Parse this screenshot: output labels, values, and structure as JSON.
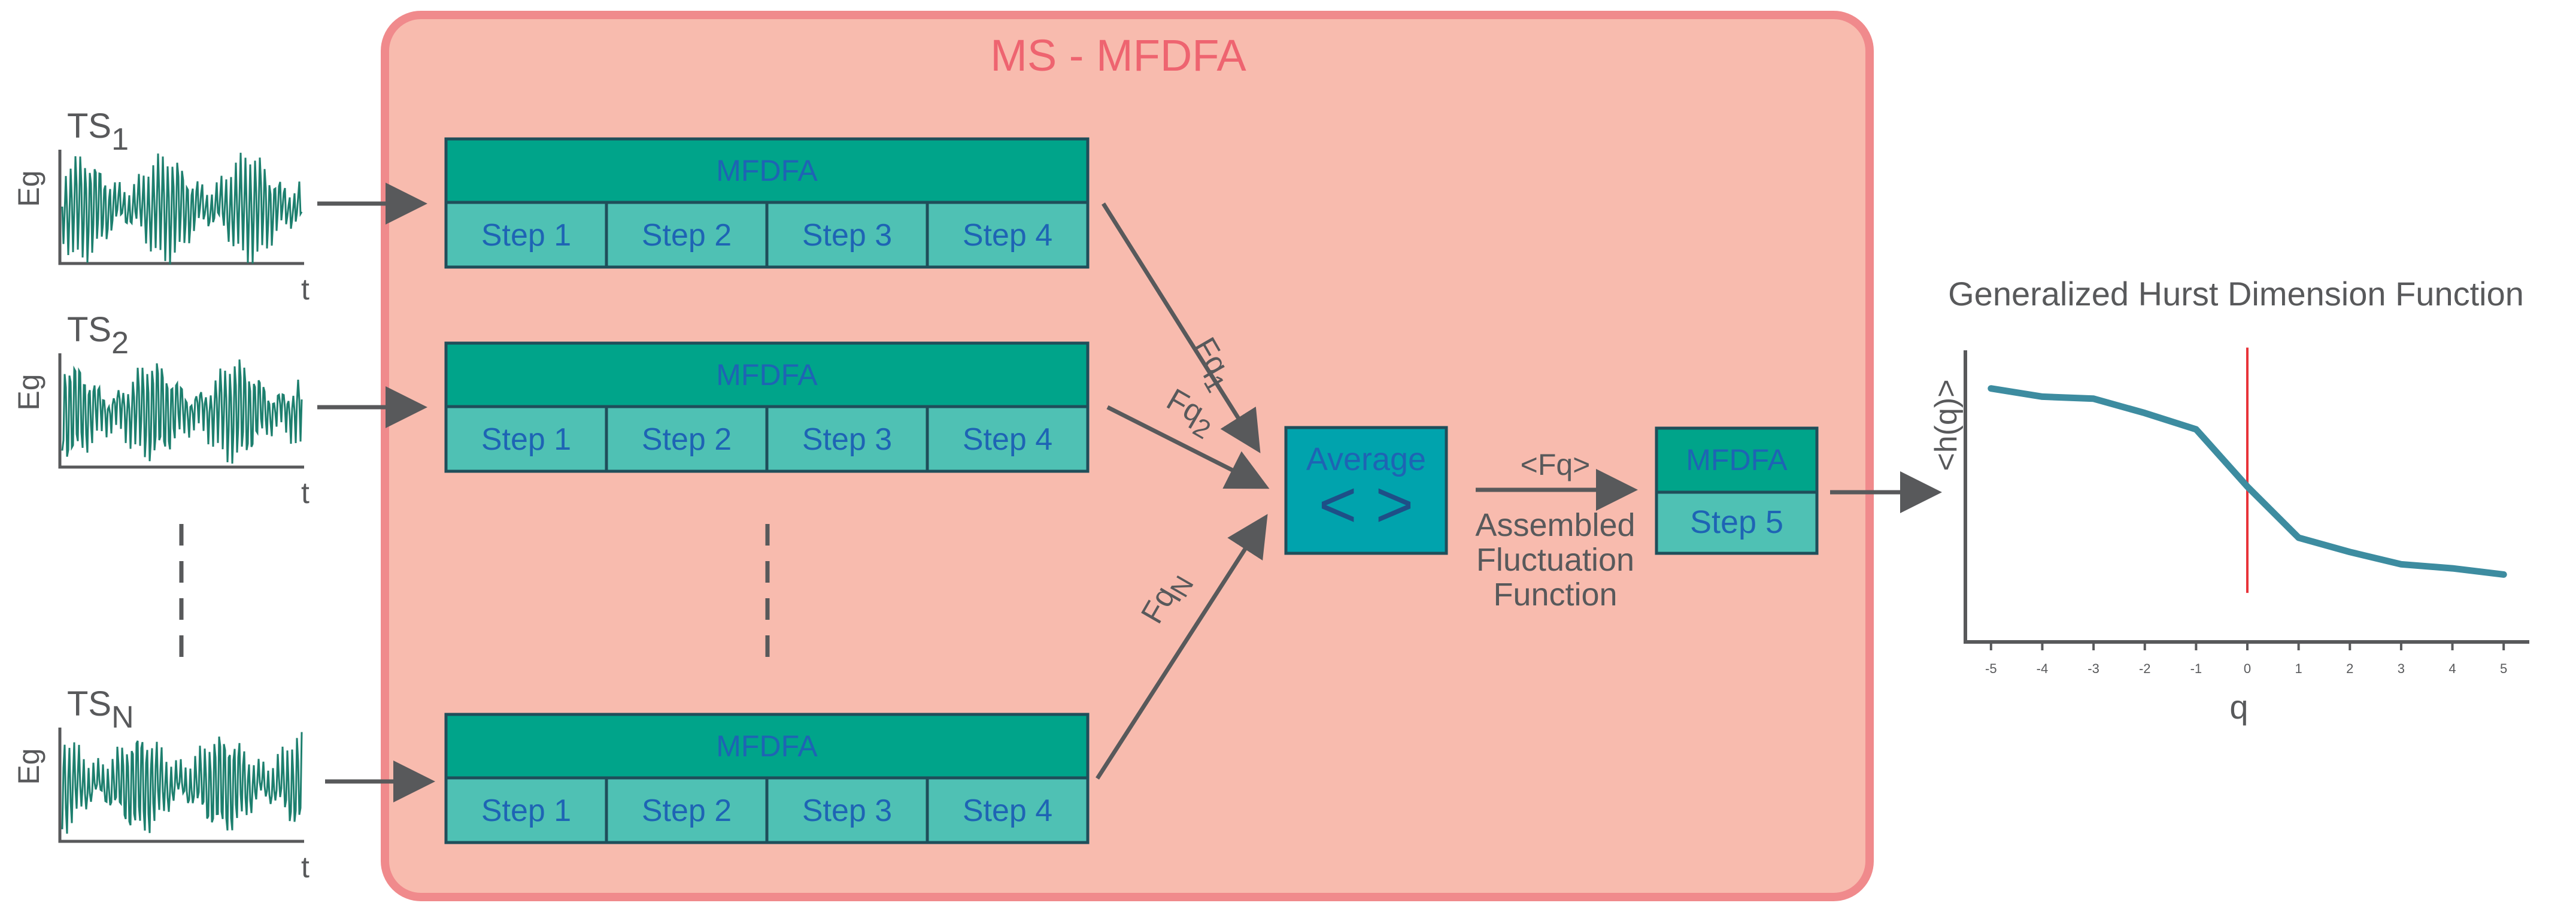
{
  "main_panel": {
    "title": "MS - MFDFA"
  },
  "series_inputs": [
    {
      "name": "TS",
      "sub": "1",
      "ylabel": "Eg",
      "xlabel": "t"
    },
    {
      "name": "TS",
      "sub": "2",
      "ylabel": "Eg",
      "xlabel": "t"
    },
    {
      "name": "TS",
      "sub": "N",
      "ylabel": "Eg",
      "xlabel": "t"
    }
  ],
  "mfdfa_blocks": [
    {
      "title": "MFDFA",
      "steps": [
        "Step 1",
        "Step 2",
        "Step 3",
        "Step 4"
      ],
      "output": {
        "name": "Fq",
        "sub": "1"
      }
    },
    {
      "title": "MFDFA",
      "steps": [
        "Step 1",
        "Step 2",
        "Step 3",
        "Step 4"
      ],
      "output": {
        "name": "Fq",
        "sub": "2"
      }
    },
    {
      "title": "MFDFA",
      "steps": [
        "Step 1",
        "Step 2",
        "Step 3",
        "Step 4"
      ],
      "output": {
        "name": "Fq",
        "sub": "N"
      }
    }
  ],
  "average_box": {
    "title": "Average",
    "symbol": "< >"
  },
  "assembled": {
    "symbol": "<Fq>",
    "lines": [
      "Assembled",
      "Fluctuation",
      "Function"
    ]
  },
  "final_block": {
    "title": "MFDFA",
    "step": "Step 5"
  },
  "colors": {
    "panel_fill": "#f8bbae",
    "panel_border": "#f08a8c",
    "title_color": "#ee6470",
    "block_header": "#00a48a",
    "block_step": "#4fc1b4",
    "average_fill": "#00a3ad",
    "text_blue": "#1e64b4",
    "arrow": "#58595b",
    "signal": "#1d7f6e",
    "curve": "#3d8ca0",
    "marker": "#e8333a"
  },
  "chart_data": {
    "type": "line",
    "title": "Generalized Hurst Dimension Function",
    "xlabel": "q",
    "ylabel": "<h(q)>",
    "x_ticks": [
      "-5",
      "-4",
      "-3",
      "-2",
      "-1",
      "0",
      "1",
      "2",
      "3",
      "4",
      "5"
    ],
    "x": [
      -5,
      -4,
      -3,
      -2,
      -1,
      0,
      1,
      2,
      3,
      4,
      5
    ],
    "values": [
      0.62,
      0.6,
      0.595,
      0.56,
      0.52,
      0.38,
      0.255,
      0.22,
      0.19,
      0.18,
      0.165
    ],
    "xlim": [
      -5.5,
      5.5
    ],
    "ylim": [
      0,
      0.75
    ],
    "vertical_marker_x": 0,
    "grid": false
  }
}
